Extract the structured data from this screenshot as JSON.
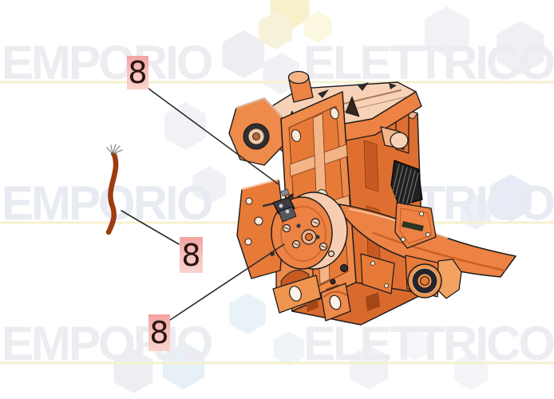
{
  "canvas": {
    "background": "#ffffff"
  },
  "watermark": {
    "word_left": "EMPORIO",
    "word_right": "ELETTRICO",
    "text_color": "#edecf1",
    "separator_color": "#f5f1cf"
  },
  "callouts": [
    {
      "label": "8"
    },
    {
      "label": "8"
    },
    {
      "label": "8"
    }
  ],
  "callout_style": {
    "background_top": "#f3a3a1",
    "background_bottom": "#fad2cc",
    "text_color": "#2a1512"
  },
  "palette": {
    "machine_orange": "#ec8243",
    "machine_orange_light": "#f8d2b6",
    "machine_orange_mid": "#f3b488",
    "machine_orange_dark": "#df6f30",
    "machine_orange_deep": "#c75a22",
    "outline": "#1c1c1c",
    "motor_black": "#1f1f1f",
    "wire_brown": "#9c3c10",
    "leader_line": "#2b2b2b",
    "hexagon_gray": "#f0f0f4",
    "hexagon_blue": "#e7eef6",
    "hexagon_yellow": "#f8f0c8"
  }
}
